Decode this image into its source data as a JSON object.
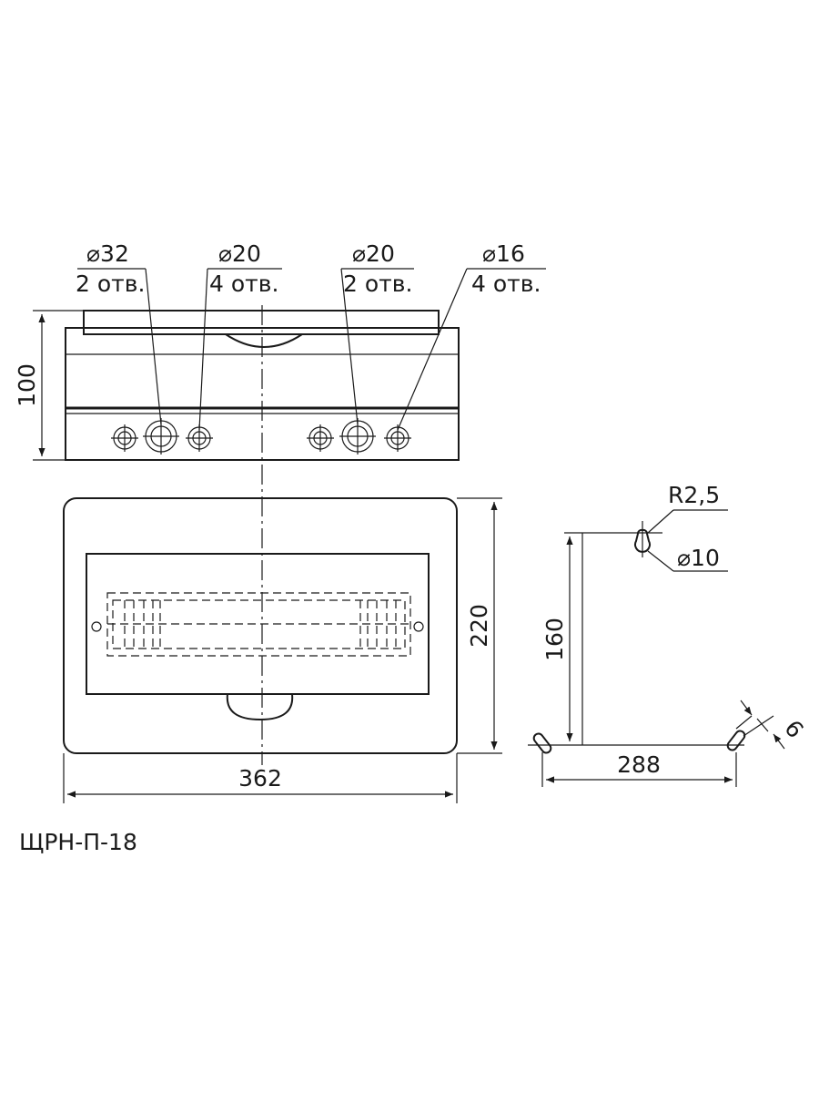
{
  "callouts": {
    "hole_32": {
      "diameter": "⌀32",
      "count": "2 отв."
    },
    "hole_20_left": {
      "diameter": "⌀20",
      "count": "4 отв."
    },
    "hole_20_right": {
      "diameter": "⌀20",
      "count": "2 отв."
    },
    "hole_16": {
      "diameter": "⌀16",
      "count": "4 отв."
    }
  },
  "dimensions": {
    "height_top_view": "100",
    "front_height": "220",
    "front_width": "362",
    "mount_height": "160",
    "mount_width": "288",
    "slot_width": "6",
    "keyhole_radius": "R2,5",
    "keyhole_diameter": "⌀10"
  },
  "model_label": "ЩРН-П-18"
}
